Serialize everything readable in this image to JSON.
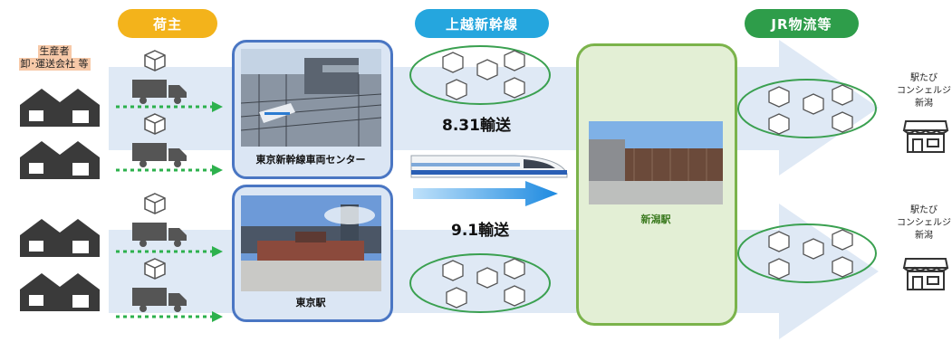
{
  "headers": {
    "shipper": "荷主",
    "shinkansen": "上越新幹線",
    "jr": "JR物流等"
  },
  "producer_label": [
    "生産者",
    "卸･運送会社 等"
  ],
  "locations": {
    "top": "東京新幹線車両センター",
    "bottom": "東京駅",
    "hub": "新潟駅"
  },
  "transports": {
    "top": "8.31輸送",
    "bottom": "9.1輸送"
  },
  "concierge": [
    "駅たび",
    "コンシェルジュ",
    "新潟"
  ],
  "colors": {
    "shipper_pill": "#f3b31b",
    "shinkansen_pill": "#25a6de",
    "jr_pill": "#2e9d4a",
    "frame_blue": "#4a76c3",
    "hub_green": "#7bb34b",
    "ellipse_green": "#3aa050",
    "dotted_arrow": "#2db14d",
    "band": "#dfe9f5",
    "blue_arrow": "#2a8fe0"
  },
  "icons": [
    "house-icon",
    "truck-icon",
    "box-icon",
    "shinkansen-train-icon",
    "shop-icon"
  ]
}
